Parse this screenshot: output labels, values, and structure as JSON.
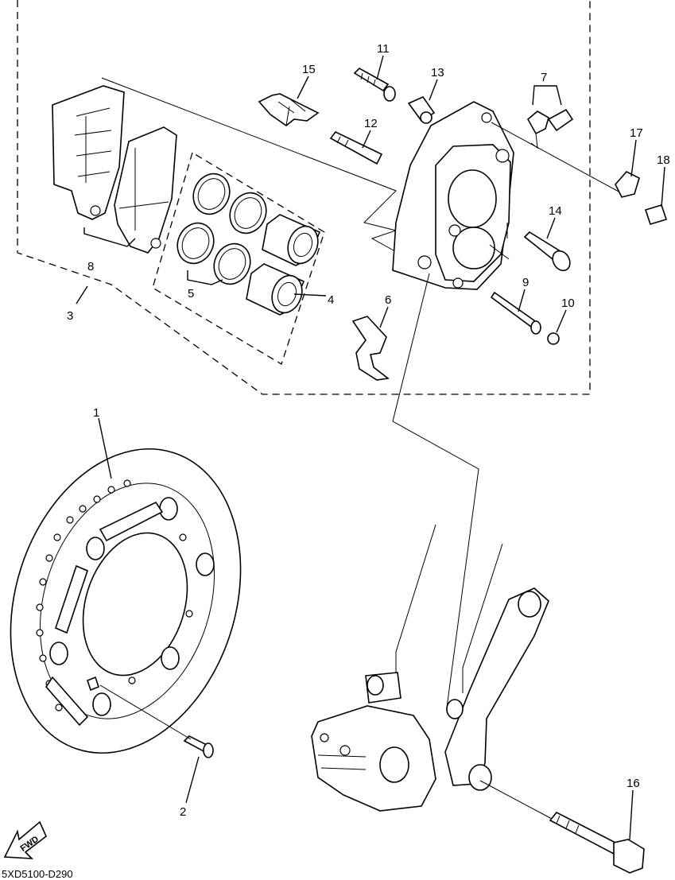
{
  "diagram": {
    "callouts": [
      {
        "id": "c1",
        "text": "1"
      },
      {
        "id": "c2",
        "text": "2"
      },
      {
        "id": "c3",
        "text": "3"
      },
      {
        "id": "c4",
        "text": "4"
      },
      {
        "id": "c5",
        "text": "5"
      },
      {
        "id": "c6",
        "text": "6"
      },
      {
        "id": "c7",
        "text": "7"
      },
      {
        "id": "c8",
        "text": "8"
      },
      {
        "id": "c9",
        "text": "9"
      },
      {
        "id": "c10",
        "text": "10"
      },
      {
        "id": "c11",
        "text": "11"
      },
      {
        "id": "c12",
        "text": "12"
      },
      {
        "id": "c13",
        "text": "13"
      },
      {
        "id": "c14",
        "text": "14"
      },
      {
        "id": "c15",
        "text": "15"
      },
      {
        "id": "c16",
        "text": "16"
      },
      {
        "id": "c17",
        "text": "17"
      },
      {
        "id": "c18",
        "text": "18"
      }
    ],
    "fwd_arrow_label": "FWD",
    "drawing_code": "5XD5100-D290"
  }
}
